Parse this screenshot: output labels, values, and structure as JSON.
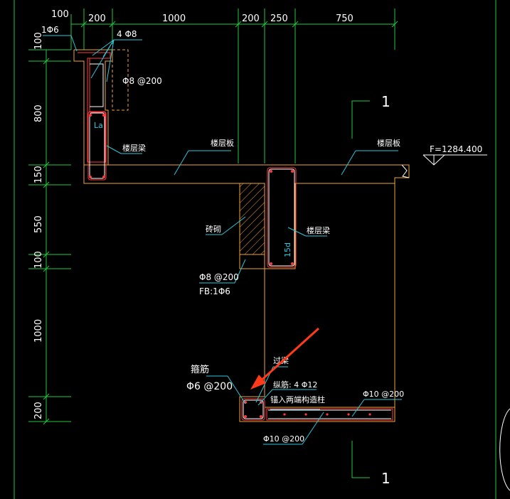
{
  "top_dims": [
    "100",
    "200",
    "1000",
    "200",
    "250",
    "750"
  ],
  "left_dims": [
    "100",
    "800",
    "150",
    "550",
    "100",
    "1000",
    "200"
  ],
  "section_mark_top": "1",
  "section_mark_bottom": "1",
  "elevation": "F=1284.400",
  "labels": {
    "phi6": "1Φ6",
    "phi8_4": "4 Φ8",
    "phi8_200_top": "Φ8 @200",
    "la": "La",
    "floor_beam_1": "楼层梁",
    "floor_slab_1": "楼层板",
    "floor_slab_2": "楼层板",
    "brick_wall": "砖砌",
    "floor_beam_2": "楼层梁",
    "d15": "15d",
    "phi8_200_mid": "Φ8 @200",
    "fb": "FB:1Φ6",
    "stirrup": "箍筋",
    "phi6_200": "Φ6 @200",
    "lintel": "过梁",
    "long_bar": "纵筋: 4 Φ12",
    "anchor": "锚入两端构造柱",
    "phi10_200_a": "Φ10 @200",
    "phi10_200_b": "Φ10 @200"
  }
}
